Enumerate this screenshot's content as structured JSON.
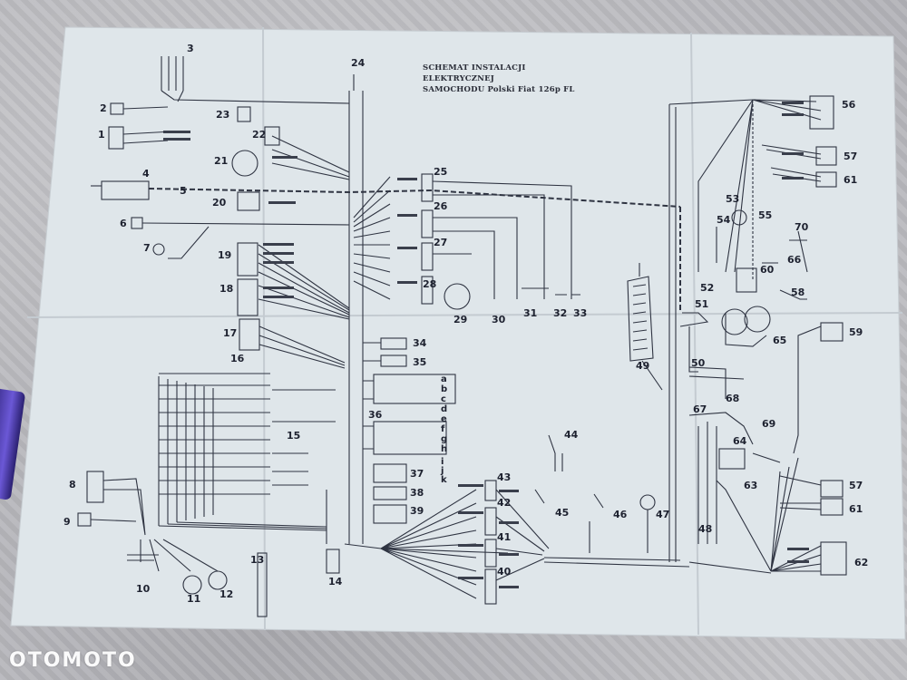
{
  "diagram": {
    "title_lines": [
      "SCHEMAT INSTALACJI",
      "ELEKTRYCZNEJ",
      "SAMOCHODU Polski Fiat 126p FL"
    ],
    "component_labels": [
      "1",
      "2",
      "3",
      "4",
      "5",
      "6",
      "7",
      "8",
      "9",
      "10",
      "11",
      "12",
      "13",
      "14",
      "15",
      "16",
      "17",
      "18",
      "19",
      "20",
      "21",
      "22",
      "23",
      "24",
      "25",
      "26",
      "27",
      "28",
      "29",
      "30",
      "31",
      "32",
      "33",
      "34",
      "35",
      "36",
      "37",
      "38",
      "39",
      "40",
      "41",
      "42",
      "43",
      "44",
      "45",
      "46",
      "47",
      "48",
      "49",
      "50",
      "51",
      "52",
      "53",
      "54",
      "55",
      "56",
      "57",
      "58",
      "59",
      "60",
      "61",
      "62",
      "63",
      "64",
      "65",
      "66",
      "67",
      "68",
      "69",
      "70",
      "57",
      "61"
    ],
    "letter_labels": [
      "a",
      "b",
      "c",
      "d",
      "e",
      "f",
      "g",
      "h",
      "i",
      "j",
      "k"
    ]
  },
  "watermark": "OTOMOTO",
  "colors": {
    "paper": "#dfe6ea",
    "ink": "#2a2f3c",
    "background": "#b9b9bd"
  }
}
